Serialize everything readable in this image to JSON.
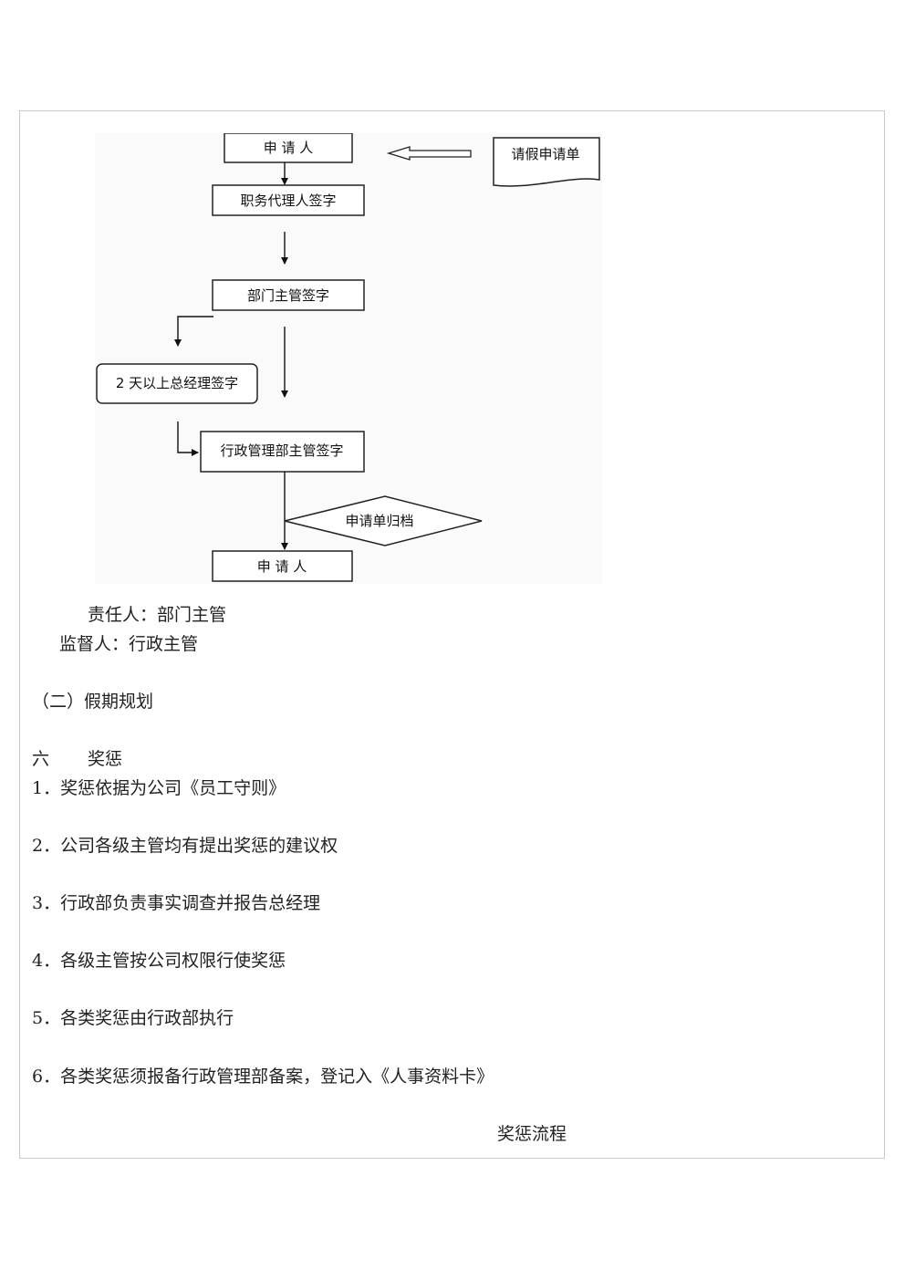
{
  "flowchart": {
    "node_applicant_top": "申 请 人",
    "node_leave_form": "请假申请单",
    "node_agent_sign": "职务代理人签字",
    "node_dept_sign": "部门主管签字",
    "node_gm_sign": "2 天以上总经理签字",
    "node_admin_sign": "行政管理部主管签字",
    "node_archive": "申请单归档",
    "node_applicant_bottom": "申 请 人"
  },
  "responsible": "责任人：部门主管",
  "supervisor": "监督人：行政主管",
  "section_two": "（二）假期规划",
  "section_six": {
    "number": "六",
    "title": "奖惩"
  },
  "items": [
    "1．奖惩依据为公司《员工守则》",
    "2．公司各级主管均有提出奖惩的建议权",
    "3．行政部负责事实调查并报告总经理",
    "4．各级主管按公司权限行使奖惩",
    "5．各类奖惩由行政部执行",
    "6．各类奖惩须报备行政管理部备案，登记入《人事资料卡》"
  ],
  "reward_flow_title": "奖惩流程"
}
